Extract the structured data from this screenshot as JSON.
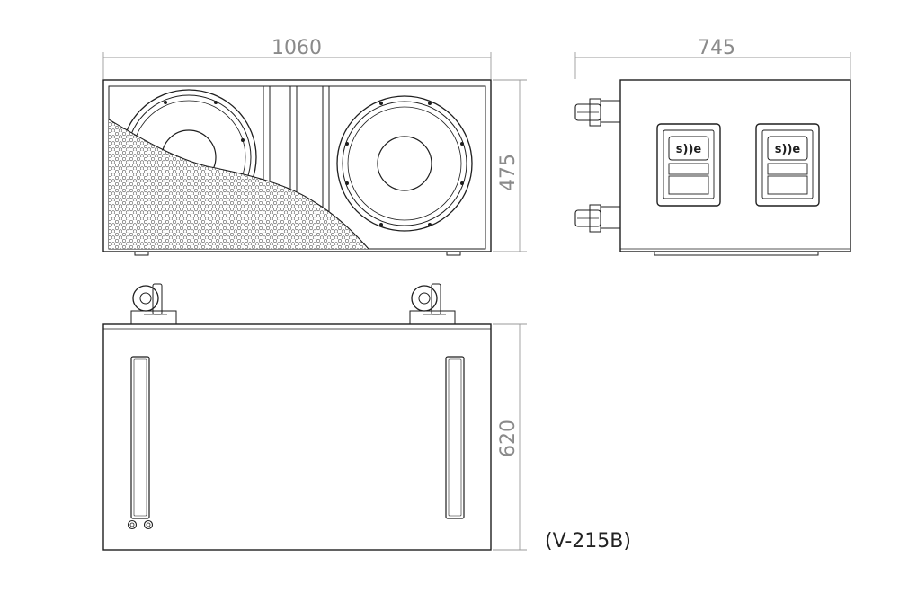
{
  "drawing": {
    "model_label": "(V-215B)",
    "dimensions": {
      "front_width": "1060",
      "front_height": "475",
      "side_depth": "745",
      "top_depth": "620"
    },
    "logo_text": "s))e"
  },
  "colors": {
    "line": "#1e1e1e",
    "dimension_text": "#8a8a8a",
    "dimension_line": "#9a9a9a",
    "background": "#ffffff"
  }
}
